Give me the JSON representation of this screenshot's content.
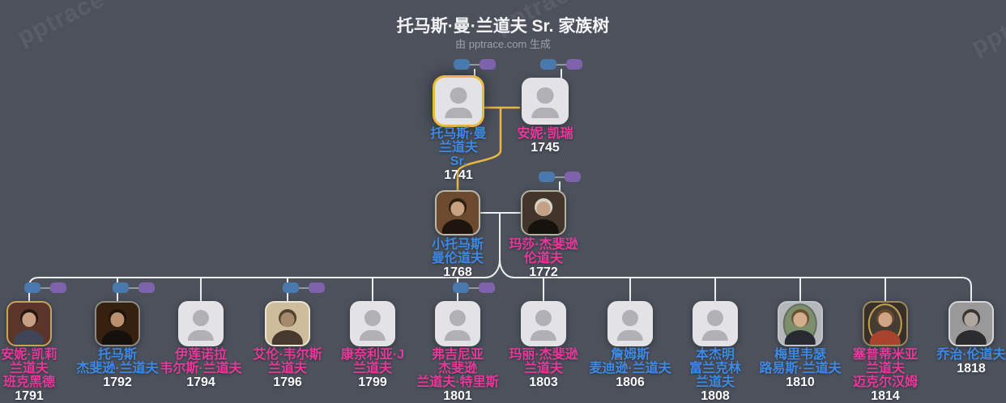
{
  "header": {
    "title": "托马斯·曼·兰道夫 Sr. 家族树",
    "subtitle": "由 pptrace.com 生成"
  },
  "watermark": {
    "text": "pptrace"
  },
  "colors": {
    "male_name": "#3d8ae6",
    "female_name": "#e8399b",
    "highlight": "#e9b83f",
    "focus_line": "#e9b83f",
    "connector": "#edeef0",
    "mini_father": "#4a7aad",
    "mini_mother": "#7e62ab"
  },
  "generations": [
    {
      "people": [
        {
          "name_lines": [
            "托马斯·曼",
            "兰道夫",
            "Sr."
          ],
          "year": "1741",
          "gender": "male",
          "highlighted": true,
          "mini_couple": true,
          "portrait": {
            "kind": "placeholder"
          }
        },
        {
          "name_lines": [
            "安妮·凯瑞"
          ],
          "year": "1745",
          "gender": "female",
          "highlighted": false,
          "mini_couple": true,
          "portrait": {
            "kind": "placeholder"
          }
        }
      ]
    },
    {
      "people": [
        {
          "name_lines": [
            "小托马斯",
            "曼伦道夫"
          ],
          "year": "1768",
          "gender": "male",
          "highlighted": false,
          "mini_couple": false,
          "portrait": {
            "kind": "photo",
            "bg": "#6b4a2e",
            "body": "#1f150e",
            "skin": "#c9a282",
            "hair": "#2e2014",
            "frame": "#bdb6aa"
          }
        },
        {
          "name_lines": [
            "玛莎·杰斐逊",
            "伦道夫"
          ],
          "year": "1772",
          "gender": "female",
          "highlighted": false,
          "mini_couple": true,
          "portrait": {
            "kind": "photo",
            "bg": "#42362a",
            "body": "#16120e",
            "skin": "#c4a084",
            "hair": "#d9d3c6",
            "frame": "#b5afa2"
          }
        }
      ]
    },
    {
      "people": [
        {
          "name_lines": [
            "安妮·凯莉",
            "兰道夫",
            "班克黑德"
          ],
          "year": "1791",
          "gender": "female",
          "highlighted": false,
          "mini_couple": true,
          "portrait": {
            "kind": "photo",
            "bg": "#5c352a",
            "body": "#3f4456",
            "skin": "#c9a083",
            "hair": "#27190f",
            "frame": "#c3a55c"
          }
        },
        {
          "name_lines": [
            "托马斯",
            "杰斐逊·兰道夫"
          ],
          "year": "1792",
          "gender": "male",
          "highlighted": false,
          "mini_couple": true,
          "portrait": {
            "kind": "photo",
            "bg": "#36200f",
            "body": "#15100b",
            "skin": "#bb906e",
            "hair": "#1d1309",
            "frame": "#8e8a84"
          }
        },
        {
          "name_lines": [
            "伊莲诺拉",
            "韦尔斯·兰道夫"
          ],
          "year": "1794",
          "gender": "female",
          "highlighted": false,
          "mini_couple": false,
          "portrait": {
            "kind": "placeholder"
          }
        },
        {
          "name_lines": [
            "艾伦·韦尔斯",
            "兰道夫"
          ],
          "year": "1796",
          "gender": "female",
          "highlighted": false,
          "mini_couple": true,
          "portrait": {
            "kind": "photo",
            "bg": "#cdbd9c",
            "body": "#463a2e",
            "skin": "#a58a6d",
            "hair": "#54432f",
            "frame": "#ece4d2"
          }
        },
        {
          "name_lines": [
            "康奈利亚·J",
            "兰道夫"
          ],
          "year": "1799",
          "gender": "female",
          "highlighted": false,
          "mini_couple": false,
          "portrait": {
            "kind": "placeholder"
          }
        },
        {
          "name_lines": [
            "弗吉尼亚",
            "杰斐逊",
            "兰道夫·特里斯"
          ],
          "year": "1801",
          "gender": "female",
          "highlighted": false,
          "mini_couple": true,
          "portrait": {
            "kind": "placeholder"
          }
        },
        {
          "name_lines": [
            "玛丽·杰斐逊",
            "兰道夫"
          ],
          "year": "1803",
          "gender": "female",
          "highlighted": false,
          "mini_couple": false,
          "portrait": {
            "kind": "placeholder"
          }
        },
        {
          "name_lines": [
            "詹姆斯",
            "麦迪逊·兰道夫"
          ],
          "year": "1806",
          "gender": "male",
          "highlighted": false,
          "mini_couple": false,
          "portrait": {
            "kind": "placeholder"
          }
        },
        {
          "name_lines": [
            "本杰明",
            "富兰克林",
            "兰道夫"
          ],
          "year": "1808",
          "gender": "male",
          "highlighted": false,
          "mini_couple": false,
          "portrait": {
            "kind": "placeholder"
          }
        },
        {
          "name_lines": [
            "梅里韦瑟",
            "路易斯·兰道夫"
          ],
          "year": "1810",
          "gender": "male",
          "highlighted": false,
          "mini_couple": false,
          "portrait": {
            "kind": "photo",
            "bg": "#b4b8bd",
            "oval": "#7c8f6d",
            "ring": "#656e5a",
            "body": "#272b31",
            "skin": "#d3ae8e",
            "hair": "#6e4f30",
            "frame": "#c2c6cb"
          }
        },
        {
          "name_lines": [
            "塞普蒂米亚",
            "兰道夫",
            "迈克尔汉姆"
          ],
          "year": "1814",
          "gender": "female",
          "highlighted": false,
          "mini_couple": false,
          "portrait": {
            "kind": "photo",
            "bg": "#37302a",
            "oval": "#453c33",
            "ring": "#c4a252",
            "body": "#a8432e",
            "skin": "#cfa585",
            "hair": "#6b4a2c",
            "frame": "#9c8a5a"
          }
        },
        {
          "name_lines": [
            "乔治·伦道夫"
          ],
          "year": "1818",
          "gender": "male",
          "highlighted": false,
          "mini_couple": false,
          "portrait": {
            "kind": "photo",
            "bg": "#999999",
            "body": "#2c2c2e",
            "skin": "#b0a89e",
            "hair": "#3a342e",
            "frame": "#d6d6d8"
          }
        }
      ]
    }
  ]
}
